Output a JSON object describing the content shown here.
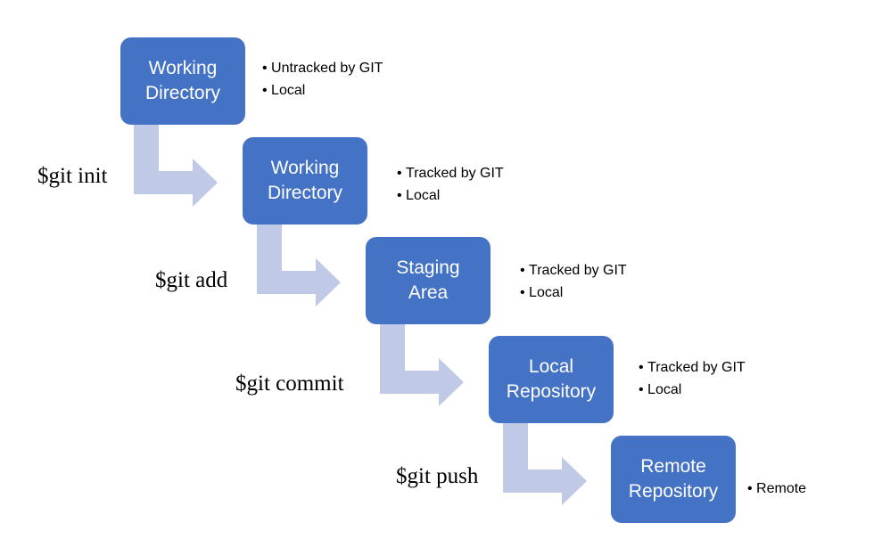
{
  "colors": {
    "box_fill": "#4472c4",
    "box_text": "#ffffff",
    "arrow_fill": "#c0cae6",
    "label_text": "#000000"
  },
  "stages": [
    {
      "title": [
        "Working",
        "Directory"
      ],
      "bullets": [
        "Untracked by GIT",
        "Local"
      ]
    },
    {
      "title": [
        "Working",
        "Directory"
      ],
      "bullets": [
        "Tracked by GIT",
        "Local"
      ]
    },
    {
      "title": [
        "Staging",
        "Area"
      ],
      "bullets": [
        "Tracked by GIT",
        "Local"
      ]
    },
    {
      "title": [
        "Local",
        "Repository"
      ],
      "bullets": [
        "Tracked by GIT",
        "Local"
      ]
    },
    {
      "title": [
        "Remote",
        "Repository"
      ],
      "bullets": [
        "Remote"
      ]
    }
  ],
  "commands": [
    "$git init",
    "$git add",
    "$git commit",
    "$git push"
  ]
}
